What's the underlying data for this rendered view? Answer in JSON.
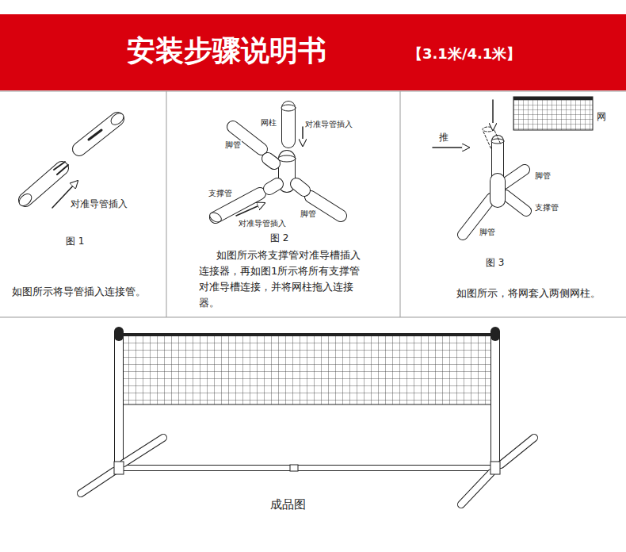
{
  "diagram": {
    "title": "安装步骤说明书",
    "labels": [
      "【3.1米/4.1米】",
      "对准导管插入",
      "图 1",
      "如图所示将导管插入连接管。",
      "网柱",
      "对准导管插入",
      "脚管",
      "支撑管",
      "对准导管插入",
      "脚管",
      "图 2",
      "如图所示将支撑管对准导槽插入连接器，再如图1所示将所有支撑管对准导槽连接，并将网柱拖入连接器。",
      "推",
      "网",
      "脚管",
      "支撑管",
      "脚管",
      "图 3",
      "如图所示，将网套入两侧网柱。",
      "成品图"
    ]
  }
}
